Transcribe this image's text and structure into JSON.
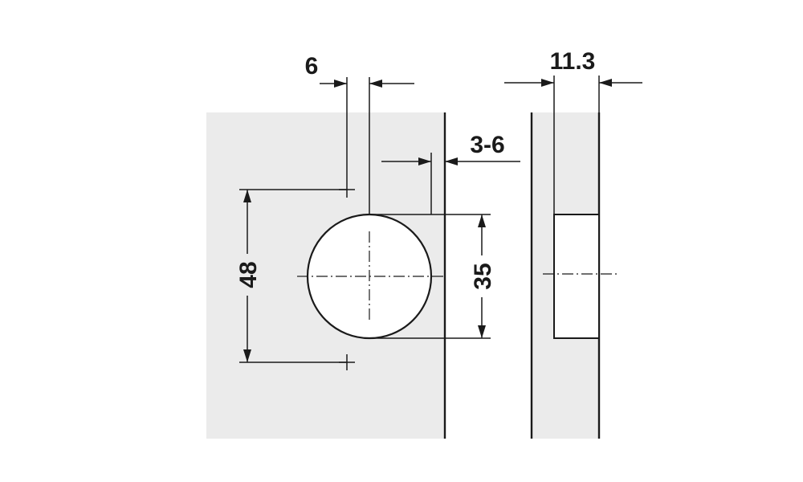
{
  "dimensions": {
    "offset_6": "6",
    "thickness_11_3": "11.3",
    "distance_3_6": "3-6",
    "spacing_48": "48",
    "diameter_35": "35"
  },
  "colors": {
    "panel_fill": "#ebebeb",
    "line": "#1a1a1a",
    "background": "#ffffff"
  }
}
